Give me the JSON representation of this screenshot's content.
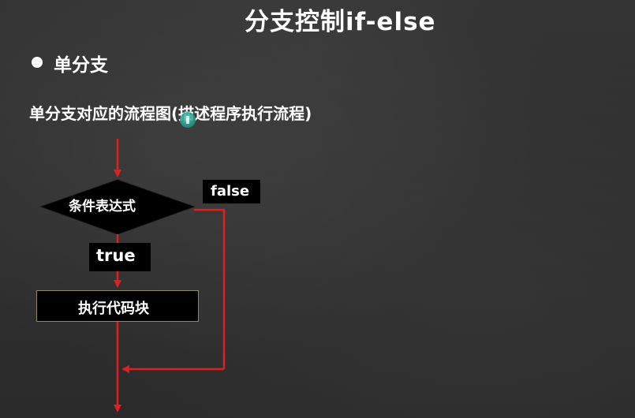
{
  "slide": {
    "title": "分支控制if-else",
    "bullet_heading": "单分支",
    "subtitle": "单分支对应的流程图(描述程序执行流程)"
  },
  "flowchart": {
    "condition_label": "条件表达式",
    "false_label": "false",
    "true_label": "true",
    "action_label": "执行代码块",
    "arrow_color": "#e02020",
    "node_fill": "#000000"
  }
}
